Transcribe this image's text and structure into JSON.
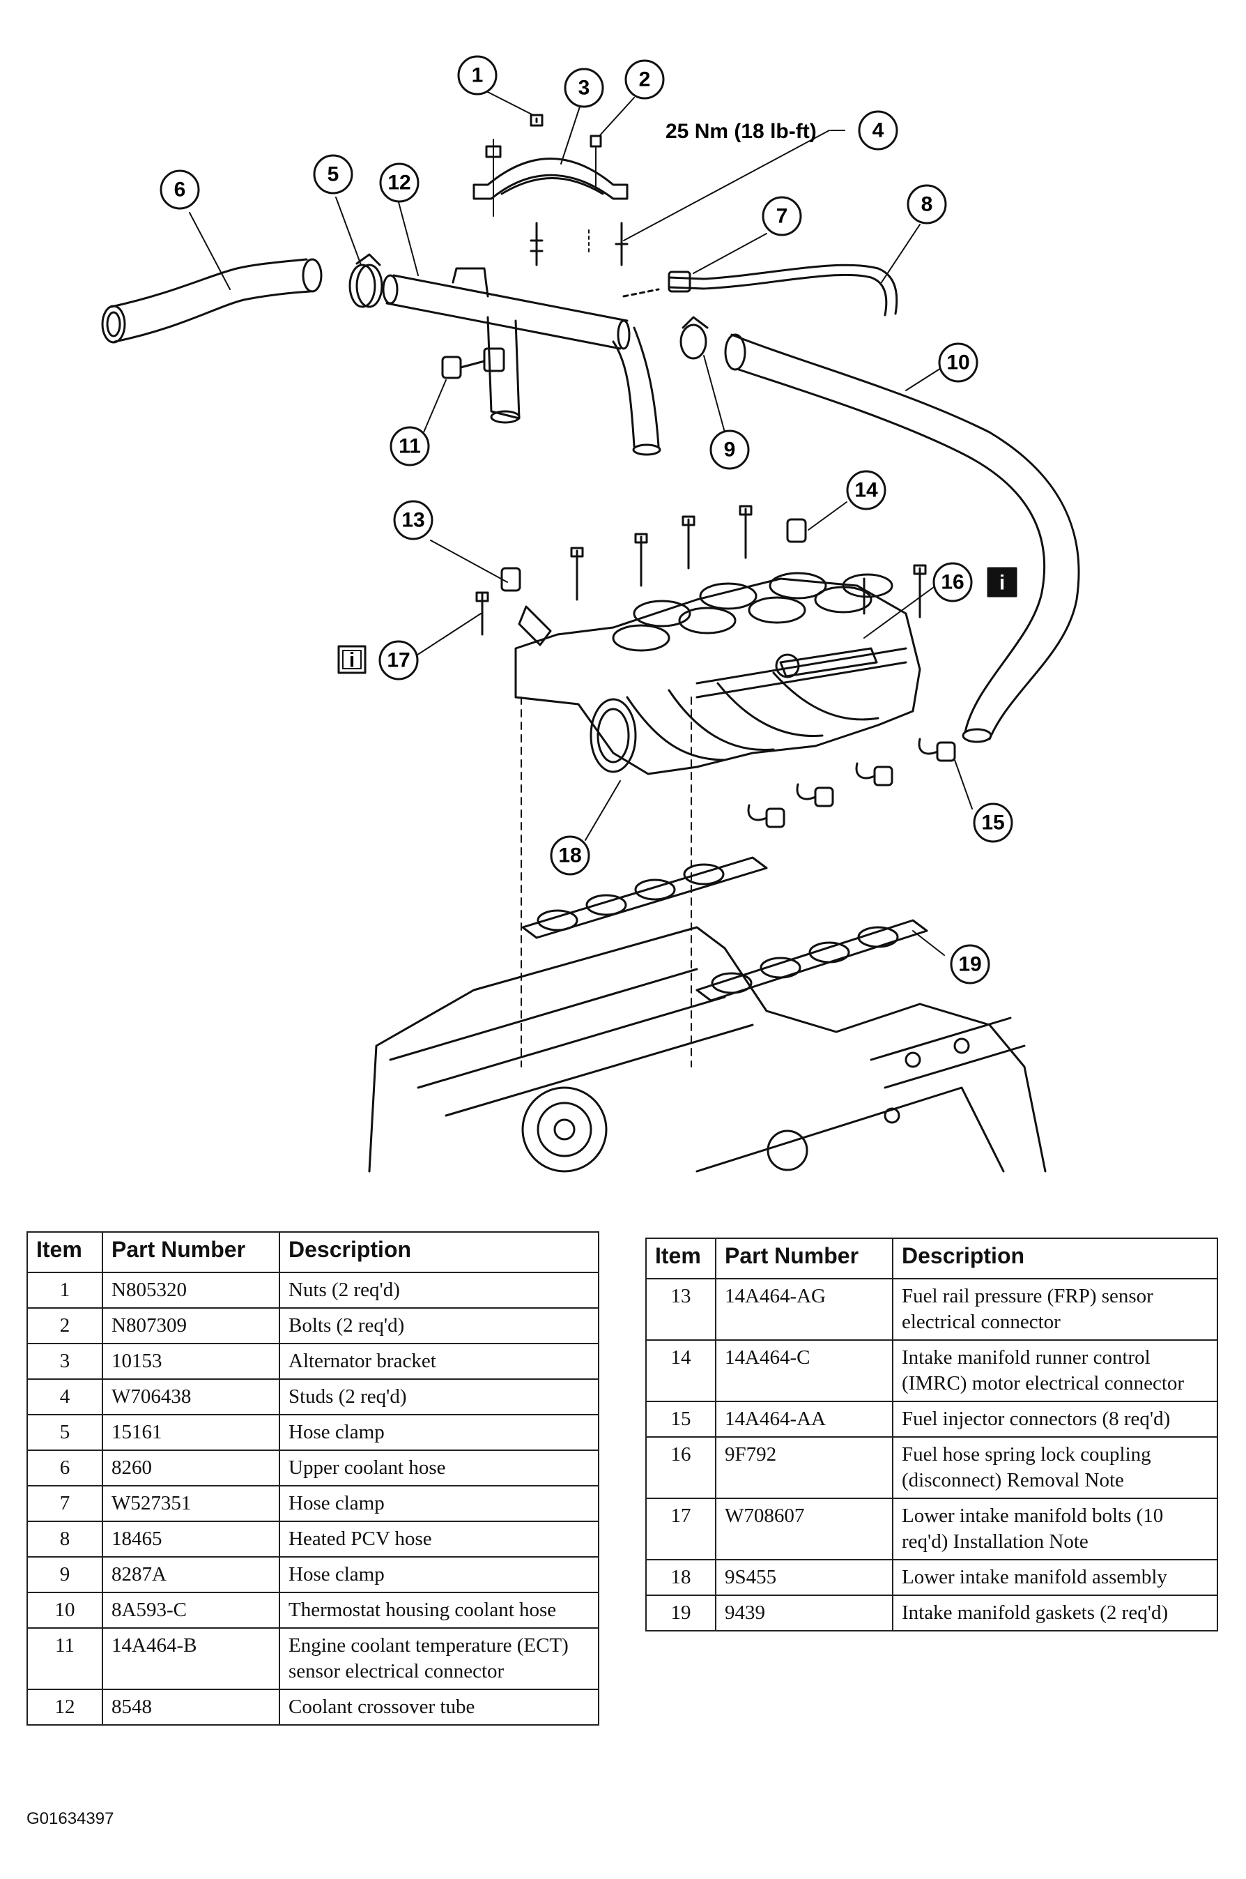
{
  "callouts": {
    "c1": "1",
    "c2": "2",
    "c3": "3",
    "c4": "4",
    "c5": "5",
    "c6": "6",
    "c7": "7",
    "c8": "8",
    "c9": "9",
    "c10": "10",
    "c11": "11",
    "c12": "12",
    "c13": "13",
    "c14": "14",
    "c15": "15",
    "c16": "16",
    "c17": "17",
    "c18": "18",
    "c19": "19"
  },
  "torque_spec": "25 Nm (18 lb-ft)",
  "info_icon_glyph": "i",
  "parts_table_left": {
    "headers": [
      "Item",
      "Part Number",
      "Description"
    ],
    "rows": [
      {
        "item": "1",
        "part": "N805320",
        "desc": "Nuts (2 req'd)"
      },
      {
        "item": "2",
        "part": "N807309",
        "desc": "Bolts (2 req'd)"
      },
      {
        "item": "3",
        "part": "10153",
        "desc": "Alternator bracket"
      },
      {
        "item": "4",
        "part": "W706438",
        "desc": "Studs (2 req'd)"
      },
      {
        "item": "5",
        "part": "15161",
        "desc": "Hose clamp"
      },
      {
        "item": "6",
        "part": "8260",
        "desc": "Upper coolant hose"
      },
      {
        "item": "7",
        "part": "W527351",
        "desc": "Hose clamp"
      },
      {
        "item": "8",
        "part": "18465",
        "desc": "Heated PCV hose"
      },
      {
        "item": "9",
        "part": "8287A",
        "desc": "Hose clamp"
      },
      {
        "item": "10",
        "part": "8A593-C",
        "desc": "Thermostat housing coolant hose"
      },
      {
        "item": "11",
        "part": "14A464-B",
        "desc": "Engine coolant temperature (ECT) sensor electrical connector"
      },
      {
        "item": "12",
        "part": "8548",
        "desc": "Coolant crossover tube"
      }
    ]
  },
  "parts_table_right": {
    "headers": [
      "Item",
      "Part Number",
      "Description"
    ],
    "rows": [
      {
        "item": "13",
        "part": "14A464-AG",
        "desc": "Fuel rail pressure (FRP) sensor electrical connector"
      },
      {
        "item": "14",
        "part": "14A464-C",
        "desc": "Intake manifold runner control (IMRC) motor electrical connector"
      },
      {
        "item": "15",
        "part": "14A464-AA",
        "desc": "Fuel injector connectors (8 req'd)"
      },
      {
        "item": "16",
        "part": "9F792",
        "desc": "Fuel hose spring lock coupling (disconnect) Removal Note"
      },
      {
        "item": "17",
        "part": "W708607",
        "desc": "Lower intake manifold bolts (10 req'd) Installation Note"
      },
      {
        "item": "18",
        "part": "9S455",
        "desc": "Lower intake manifold assembly"
      },
      {
        "item": "19",
        "part": "9439",
        "desc": "Intake manifold gaskets (2 req'd)"
      }
    ]
  },
  "figure_id": "G01634397"
}
